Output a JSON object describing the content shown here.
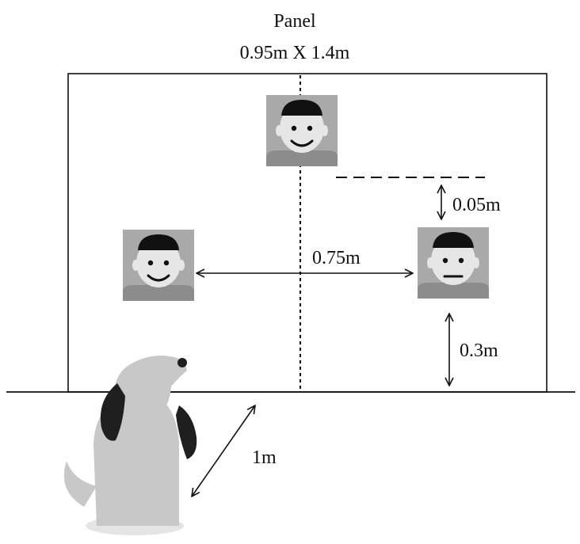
{
  "panel": {
    "title": "Panel",
    "size": "0.95m X 1.4m"
  },
  "measurements": {
    "face_spacing": "0.75m",
    "vertical_offset": "0.05m",
    "height_above_floor": "0.3m",
    "dog_distance": "1m"
  },
  "faces": [
    {
      "id": "top",
      "expression": "smile"
    },
    {
      "id": "left",
      "expression": "smile"
    },
    {
      "id": "right",
      "expression": "neutral"
    }
  ],
  "colors": {
    "line": "#111111",
    "face_bg": "#a9a9a9",
    "face_skin": "#e6e6e6",
    "shirt": "#8c8c8c",
    "hair": "#111111",
    "dog_body": "#c8c8c8",
    "dog_ear": "#1f1f1f",
    "dog_shadow": "#e4e4e4"
  }
}
